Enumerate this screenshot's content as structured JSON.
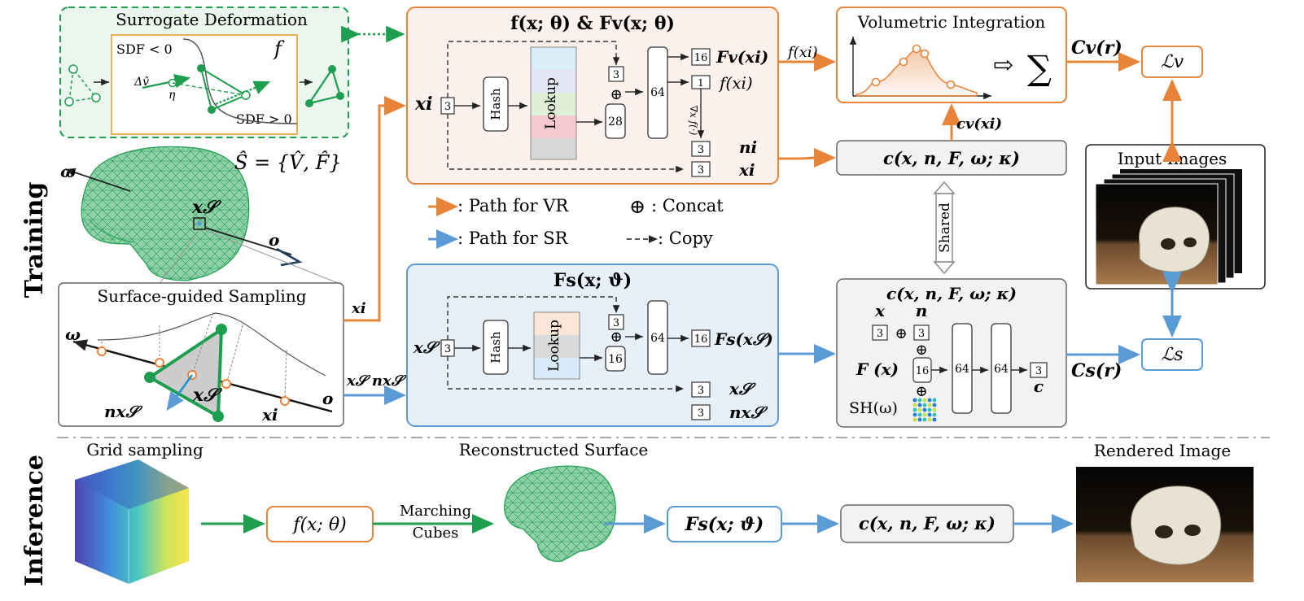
{
  "sections": {
    "training": "Training",
    "inference": "Inference"
  },
  "surrogate": {
    "title": "Surrogate Deformation",
    "sdf_neg": "SDF < 0",
    "sdf_pos": "SDF > 0",
    "f": "f",
    "delta_v": "Δv̂",
    "eta": "η"
  },
  "mesh_label": "Ŝ = {V̂, F̂}",
  "skull": {
    "x_s": "x𝒮",
    "omega": "ω",
    "o": "o"
  },
  "sampling": {
    "title": "Surface-guided Sampling",
    "omega": "ω",
    "x_s": "x𝒮",
    "n_xs": "nx𝒮",
    "x_i": "xi",
    "o": "o"
  },
  "edge_labels": {
    "x_i": "xi",
    "xs_nxs": "x𝒮 nx𝒮",
    "f_xi_top": "f(xi)",
    "cv_xi": "cv(xi)",
    "shared": "Shared"
  },
  "vr_block": {
    "title": "f(x; θ) & Fv(x; θ)",
    "input": "xi",
    "input_dim": "3",
    "hash": "Hash",
    "lookup": "Lookup",
    "copy_dim": "3",
    "concat_dim": "28",
    "mlp": "64",
    "out1_dim": "16",
    "out1_label": "Fv(xi)",
    "out2_dim": "1",
    "out2_label": "f(xi)",
    "grad": "∇x f(·)",
    "out3_dim": "3",
    "out3_label": "ni",
    "out4_dim": "3",
    "out4_label": "xi",
    "concat_symbol": "⊕"
  },
  "legend": {
    "vr": ": Path for VR",
    "sr": ": Path for SR",
    "concat": ": Concat",
    "copy": ": Copy",
    "concat_symbol": "⊕"
  },
  "sr_block": {
    "title": "Fs(x; ϑ)",
    "input": "x𝒮",
    "input_dim": "3",
    "hash": "Hash",
    "lookup": "Lookup",
    "copy_dim": "3",
    "concat_dim": "16",
    "mlp": "64",
    "out1_dim": "16",
    "out1_label": "Fs(x𝒮)",
    "out2_dim": "3",
    "out2_label": "x𝒮",
    "out3_dim": "3",
    "out3_label": "nx𝒮",
    "concat_symbol": "⊕"
  },
  "volint": {
    "title": "Volumetric Integration",
    "arrow": "⇨",
    "sum": "∑"
  },
  "cv_r": "Cv(r)",
  "cs_r": "Cs(r)",
  "loss_v": "ℒv",
  "loss_s": "ℒs",
  "input_images": "Input Images",
  "color_net_top": {
    "label": "c(x, n, F, ω; κ)"
  },
  "color_net": {
    "title": "c(x, n, F, ω; κ)",
    "x": "x",
    "n": "n",
    "x_dim": "3",
    "n_dim": "3",
    "fx": "F (x)",
    "f_dim": "16",
    "sh": "SH(ω)",
    "mlp1": "64",
    "mlp2": "64",
    "out_dim": "3",
    "out": "c",
    "concat_symbol": "⊕"
  },
  "inference": {
    "grid": "Grid sampling",
    "f_box": "f(x; θ)",
    "marching1": "Marching",
    "marching2": "Cubes",
    "recon": "Reconstructed Surface",
    "fs_box": "Fs(x; ϑ)",
    "c_box": "c(x, n, F, ω; κ)",
    "rendered": "Rendered Image"
  },
  "colors": {
    "orange": "#E8843A",
    "blue": "#5B9BD5",
    "green": "#1E9E4F",
    "pink_fill": "#FDF1EE",
    "blue_fill": "#E7EFF8",
    "green_fill": "#EAF6EE",
    "gray_fill": "#F2F2F2"
  }
}
